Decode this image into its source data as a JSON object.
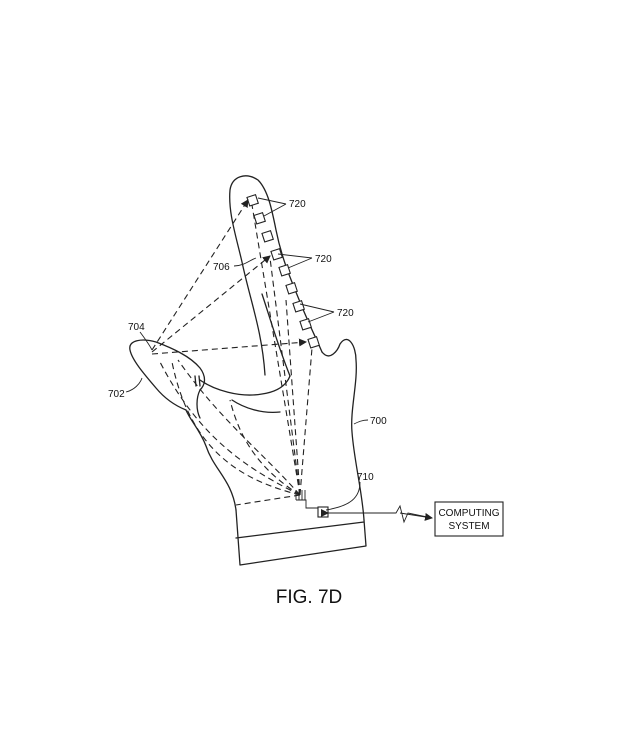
{
  "figure": {
    "caption": "FIG. 7D",
    "labels": {
      "glove": "700",
      "thumb": "702",
      "thumb_tip": "704",
      "index_finger": "706",
      "controller": "710",
      "sensors_top": "720",
      "sensors_middle": "720",
      "sensors_bottom": "720"
    },
    "computing_system": {
      "line1": "COMPUTING",
      "line2": "SYSTEM"
    }
  }
}
